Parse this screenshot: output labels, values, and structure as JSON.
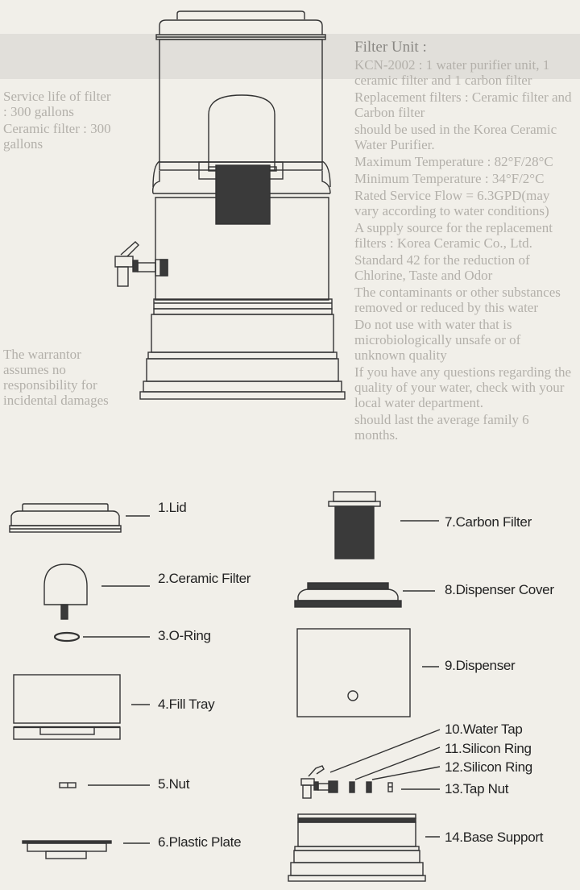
{
  "show_through_text": [
    "Service life of filter : 300 gallons",
    "Ceramic filter : 300 gallons",
    "Filter Unit :",
    "KCN-2002 : 1 water purifier unit, 1 ceramic filter and 1 carbon filter",
    "Replacement filters : Ceramic filter and Carbon filter",
    "should be used in the Korea Ceramic Water Purifier.",
    "Maximum Temperature : 82°F/28°C",
    "Minimum Temperature : 34°F/2°C",
    "Rated Service Flow = 6.3GPD(may vary according to water conditions)",
    "A supply source for the replacement filters : Korea Ceramic Co., Ltd.",
    "Standard 42 for the reduction of Chlorine, Taste and Odor",
    "The contaminants or other substances removed or reduced by this water",
    "Do not use with water that is microbiologically unsafe or of unknown quality",
    "If you have any questions regarding the quality of your water, check with your local water department.",
    "should last the average family 6 months.",
    "The warrantor assumes no responsibility for incidental damages"
  ],
  "parts": [
    {
      "number": "1",
      "label": "1.Lid"
    },
    {
      "number": "2",
      "label": "2.Ceramic Filter"
    },
    {
      "number": "3",
      "label": "3.O-Ring"
    },
    {
      "number": "4",
      "label": "4.Fill Tray"
    },
    {
      "number": "5",
      "label": "5.Nut"
    },
    {
      "number": "6",
      "label": "6.Plastic Plate"
    },
    {
      "number": "7",
      "label": "7.Carbon Filter"
    },
    {
      "number": "8",
      "label": "8.Dispenser Cover"
    },
    {
      "number": "9",
      "label": "9.Dispenser"
    },
    {
      "number": "10",
      "label": "10.Water Tap"
    },
    {
      "number": "11",
      "label": "11.Silicon Ring"
    },
    {
      "number": "12",
      "label": "12.Silicon Ring"
    },
    {
      "number": "13",
      "label": "13.Tap Nut"
    },
    {
      "number": "14",
      "label": "14.Base Support"
    }
  ],
  "colors": {
    "background": "#f1efe9",
    "line": "#333333",
    "fill_dark": "#3a3a3a",
    "show_through": "#c9c6c0"
  }
}
